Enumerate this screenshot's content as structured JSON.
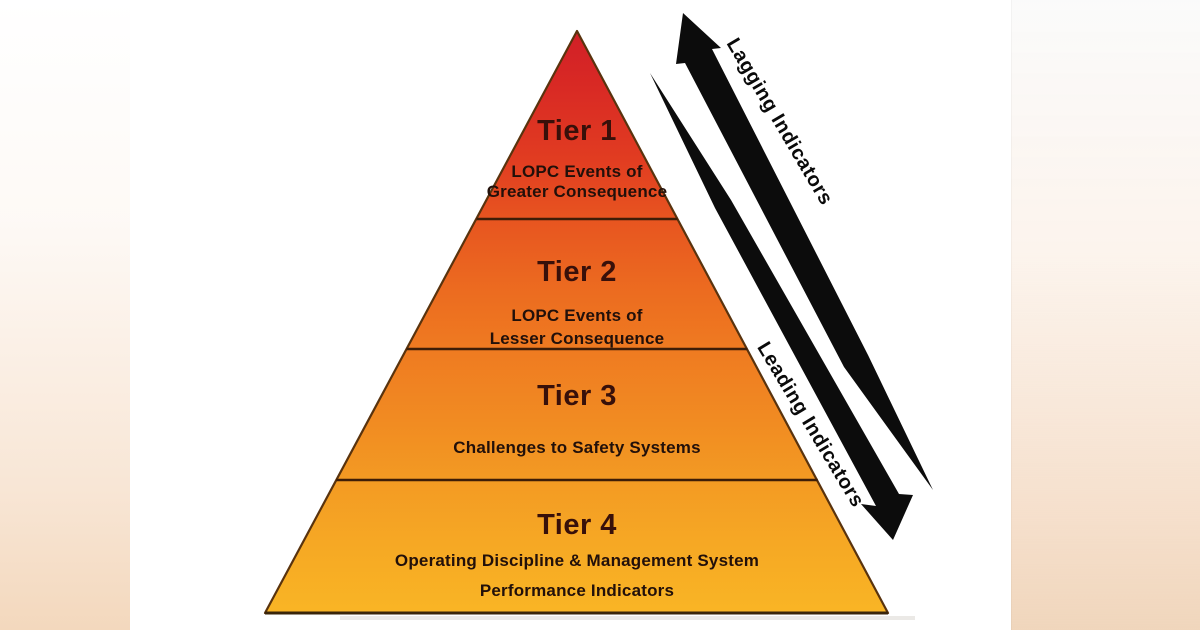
{
  "pyramid": {
    "tiers": [
      {
        "label": "Tier 1",
        "lines": [
          "LOPC Events of",
          "Greater Consequence"
        ]
      },
      {
        "label": "Tier 2",
        "lines": [
          "LOPC Events of",
          "Lesser Consequence"
        ]
      },
      {
        "label": "Tier 3",
        "lines": [
          "Challenges to Safety Systems"
        ]
      },
      {
        "label": "Tier 4",
        "lines": [
          "Operating Discipline & Management System",
          "Performance Indicators"
        ]
      }
    ]
  },
  "arrows": {
    "lagging": {
      "label": "Lagging Indicators",
      "direction": "up"
    },
    "leading": {
      "label": "Leading Indicators",
      "direction": "down"
    }
  },
  "colors": {
    "pyramid_top": "#d11f27",
    "pyramid_upper_mid": "#e75420",
    "pyramid_lower_mid": "#f18b22",
    "pyramid_base": "#f9b525",
    "tier_divider": "#3d1d07",
    "pyramid_outline": "#59330e",
    "arrow": "#0c0c0c",
    "edge_fade": "#f3d8bd",
    "text": "#22100a"
  }
}
